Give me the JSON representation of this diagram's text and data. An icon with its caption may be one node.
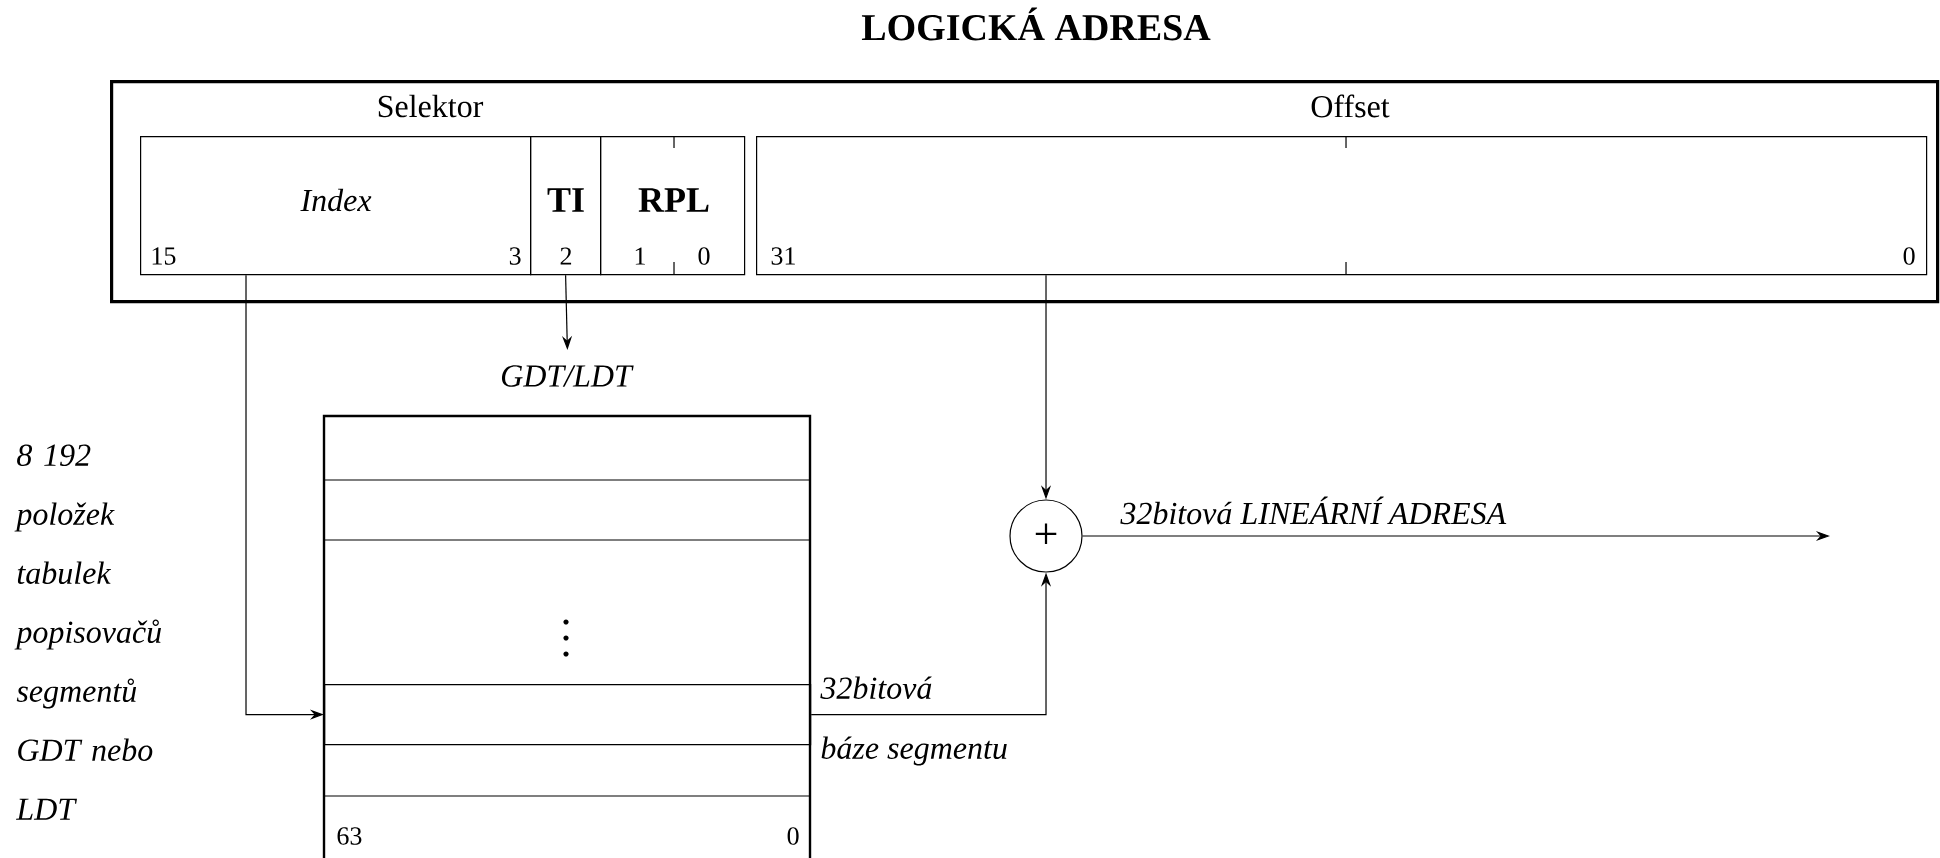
{
  "diagram": {
    "title": "LOGICKÁ ADRESA",
    "nodes": [
      {
        "text": [],
        "shape": "box"
      },
      {
        "text": [
          "Index",
          "15",
          "3"
        ],
        "in": 0
      },
      {
        "text": [
          "TI",
          "2"
        ],
        "in": 0
      },
      {
        "text": [
          "RPL",
          "1",
          "0"
        ],
        "in": 0
      },
      {
        "text": [
          "Offset",
          "31",
          "0"
        ],
        "in": 0
      },
      {
        "text": [
          "GDT/LDT",
          "63",
          "0"
        ]
      },
      {
        "text": [],
        "shape": "box",
        "in": 5
      },
      {
        "text": [
          "+"
        ]
      }
    ],
    "edges": [
      {
        "from": 1,
        "to": 6,
        "arrow": "to"
      },
      {
        "from": 2,
        "to": 5,
        "arrow": "to"
      },
      {
        "from": 4,
        "to": 7,
        "arrow": "to"
      },
      {
        "from": 6,
        "to": 7,
        "arrow": "to",
        "label": "32bitová báze segmentu"
      },
      {
        "from": 7,
        "to": null,
        "arrow": "to",
        "label": "32bitová  LINEÁRNÍ ADRESA"
      }
    ],
    "labels": [
      "Selektor",
      "8 192 položek tabulek popisovačů segmentů GDT nebo LDT"
    ]
  }
}
